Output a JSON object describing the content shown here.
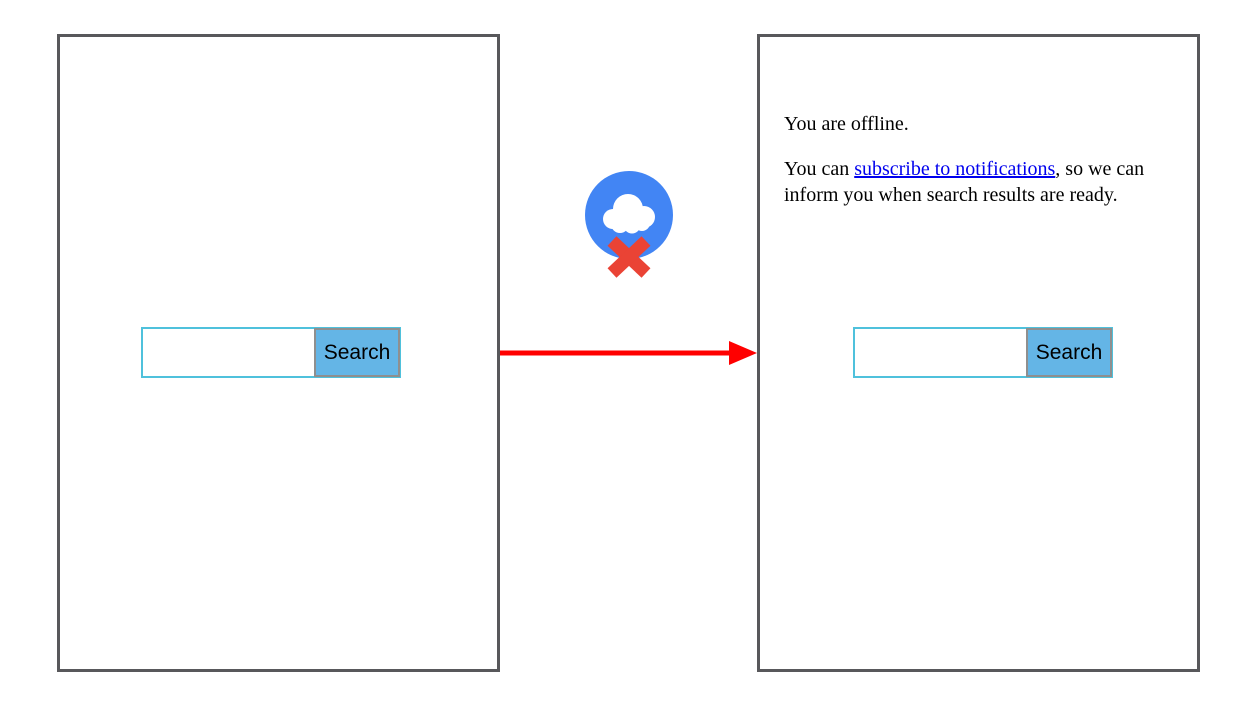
{
  "before_screen": {
    "search_input_value": "",
    "search_button_label": "Search"
  },
  "after_screen": {
    "offline_message": "You are offline.",
    "subscribe_sentence": {
      "before_link": "You can ",
      "link_text": "subscribe to notifications",
      "after_link": ", so we can inform you when search results are ready."
    },
    "search_input_value": "",
    "search_button_label": "Search"
  },
  "icons": {
    "offline_cloud": "cloud-offline-icon",
    "flow_arrow": "red-arrow-right"
  },
  "colors": {
    "panel_border": "#58585B",
    "arrow_red": "#FF0000",
    "icon_circle_blue": "#4285F4",
    "icon_x_red": "#EA4335",
    "icon_cloud_white": "#FFFFFF",
    "button_blue": "#64B5E6",
    "button_border_gray": "#8F8F8F",
    "input_border_teal": "#4FC1DC",
    "link_blue": "#0000EE"
  }
}
